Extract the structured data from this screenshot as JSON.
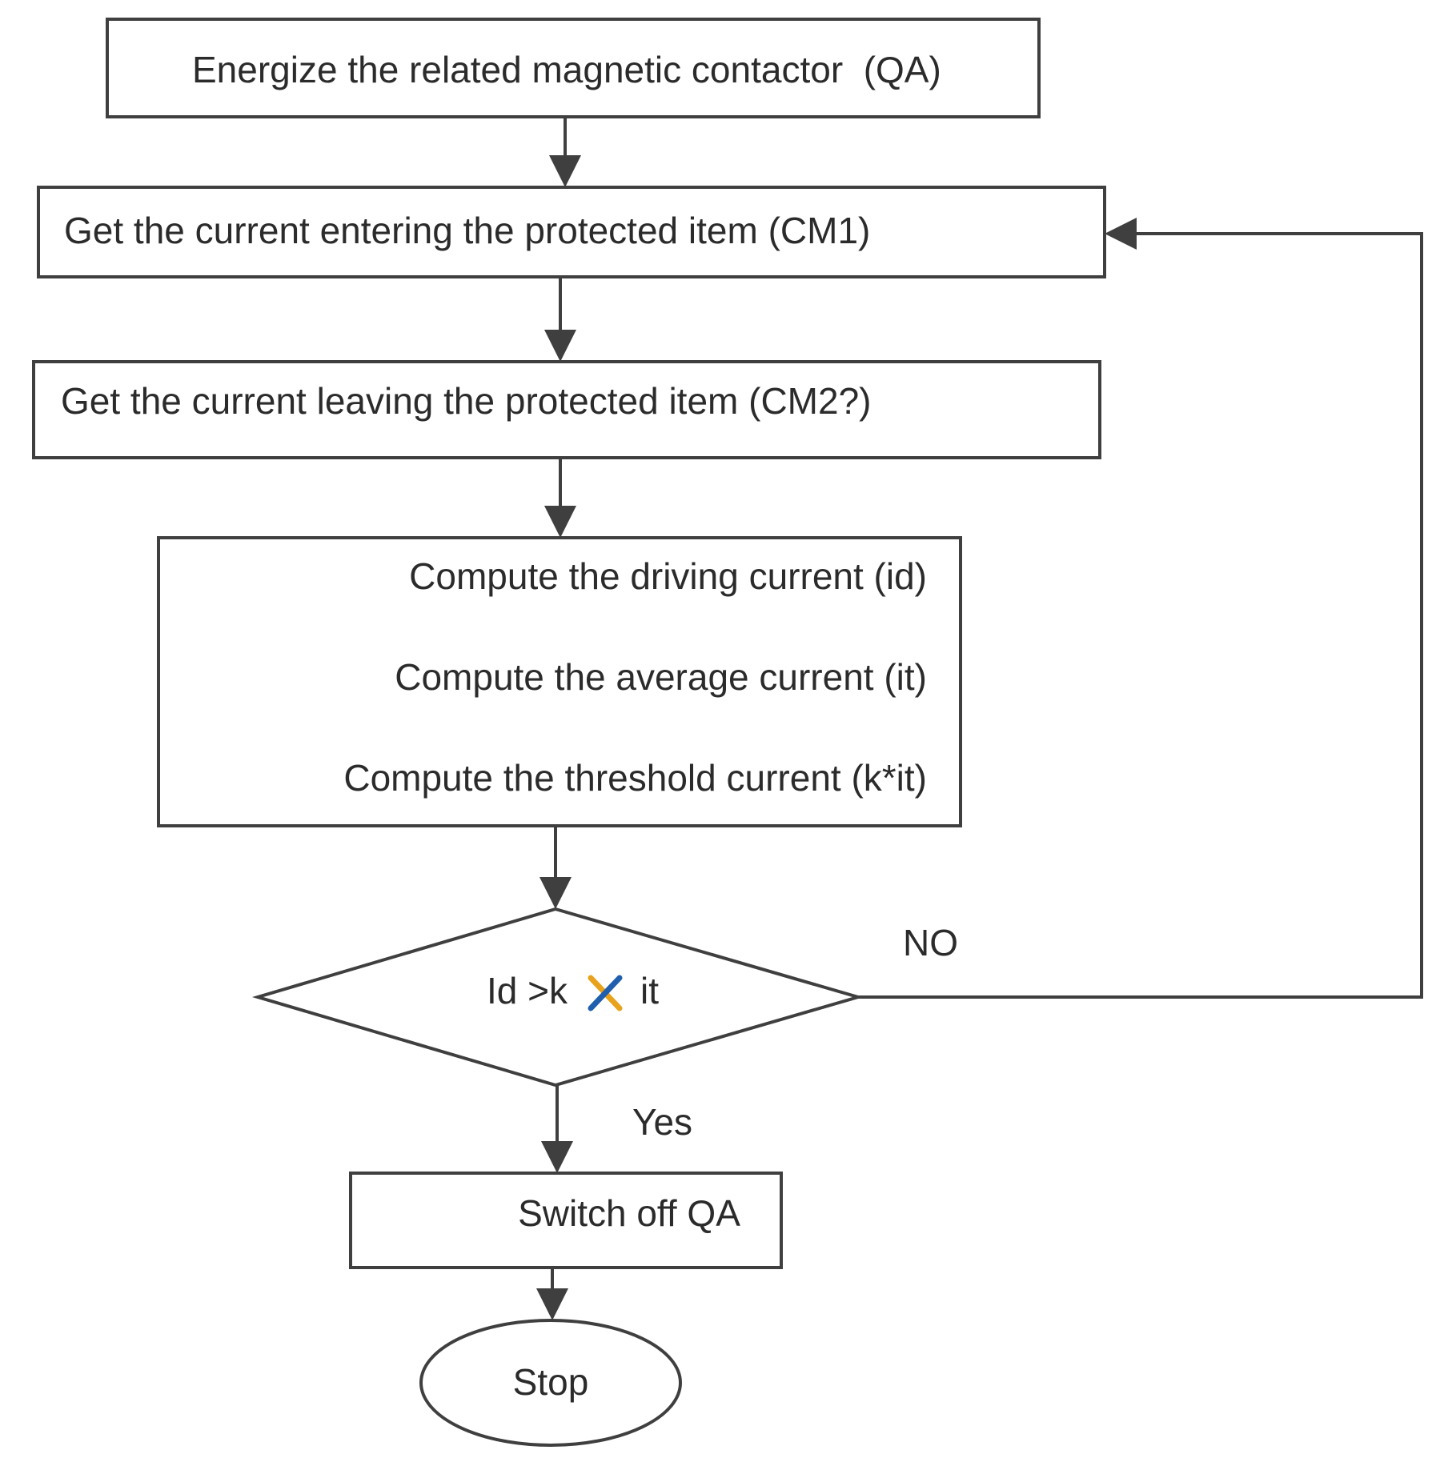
{
  "steps": {
    "energize": "Energize the related magnetic contactor  (QA)",
    "get_entering": "Get the current entering the protected item (CM1)",
    "get_leaving": "Get the current leaving the protected item (CM2?)",
    "compute_driving": "Compute the driving current (id)",
    "compute_average": "Compute the average current (it)",
    "compute_threshold": "Compute the threshold current (k*it)",
    "decision_left": "Id >k",
    "decision_right": "it",
    "switch_off": "Switch off QA",
    "stop": "Stop"
  },
  "edges": {
    "no_label": "NO",
    "yes_label": "Yes"
  },
  "colors": {
    "line": "#3f3f3f",
    "text": "#2b2b2b",
    "cross_stroke_a": "#e8a21c",
    "cross_stroke_b": "#1f5fae"
  }
}
